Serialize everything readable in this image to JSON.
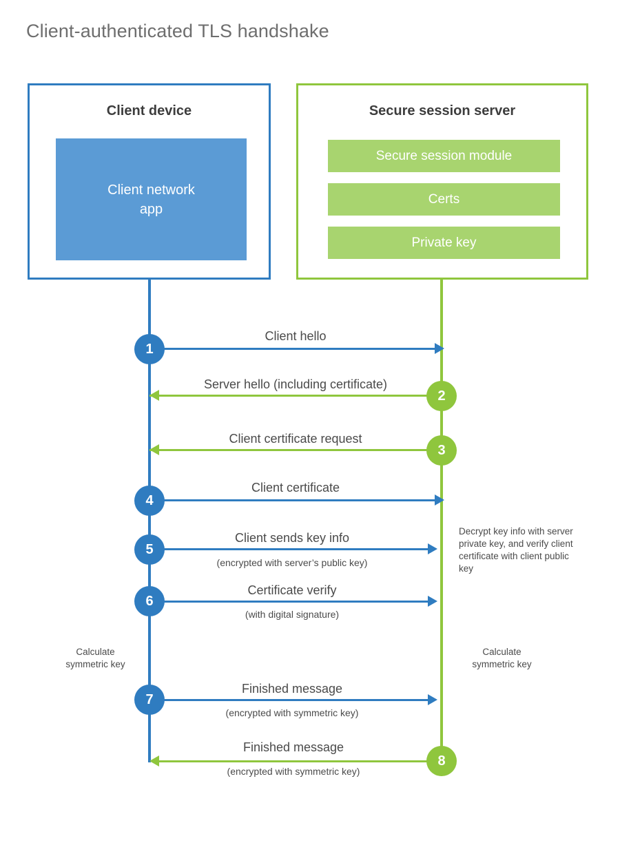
{
  "title": "Client-authenticated TLS handshake",
  "colors": {
    "client_blue": "#2f7cc0",
    "client_app_fill": "#5b9bd5",
    "server_green": "#8fc63d",
    "server_block_fill": "#a8d46f",
    "text_gray": "#4a4a4a",
    "title_gray": "#6e6e6e"
  },
  "parties": {
    "client": {
      "title": "Client device",
      "block": "Client network\napp",
      "block_line1": "Client network",
      "block_line2": "app"
    },
    "server": {
      "title": "Secure session server",
      "blocks": [
        "Secure session module",
        "Certs",
        "Private key"
      ]
    }
  },
  "steps": [
    {
      "number": "1",
      "label": "Client hello",
      "sublabel": "",
      "direction": "right",
      "color": "blue"
    },
    {
      "number": "2",
      "label": "Server hello (including certificate)",
      "sublabel": "",
      "direction": "left",
      "color": "green"
    },
    {
      "number": "3",
      "label": "Client certificate request",
      "sublabel": "",
      "direction": "left",
      "color": "green"
    },
    {
      "number": "4",
      "label": "Client certificate",
      "sublabel": "",
      "direction": "right",
      "color": "blue"
    },
    {
      "number": "5",
      "label": "Client sends key info",
      "sublabel": "(encrypted with server’s public key)",
      "direction": "right",
      "color": "blue"
    },
    {
      "number": "6",
      "label": "Certificate verify",
      "sublabel": "(with digital signature)",
      "direction": "right",
      "color": "blue"
    },
    {
      "number": "7",
      "label": "Finished message",
      "sublabel": "(encrypted with symmetric key)",
      "direction": "right",
      "color": "blue"
    },
    {
      "number": "8",
      "label": "Finished message",
      "sublabel": "(encrypted with symmetric key)",
      "direction": "left",
      "color": "green"
    }
  ],
  "notes": {
    "server_decrypt": "Decrypt key info with server private key, and verify client certificate with client public key",
    "client_calc_line1": "Calculate",
    "client_calc_line2": "symmetric key",
    "server_calc_line1": "Calculate",
    "server_calc_line2": "symmetric key"
  }
}
